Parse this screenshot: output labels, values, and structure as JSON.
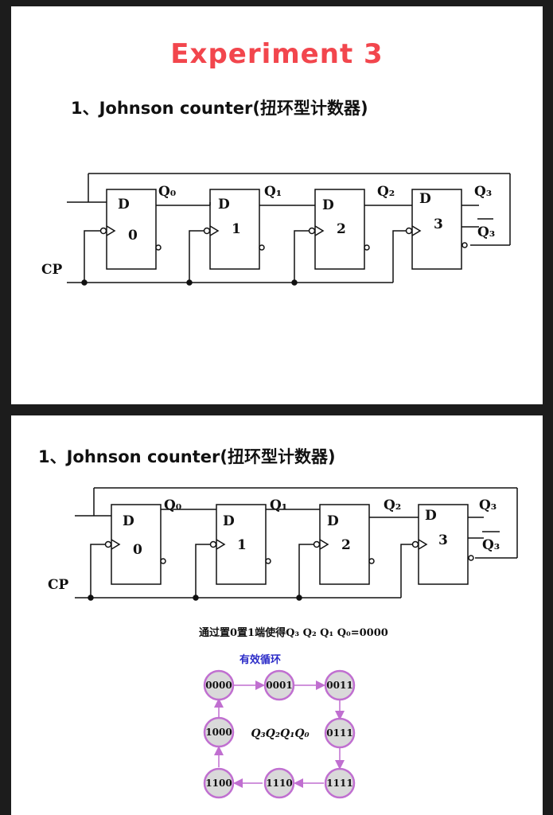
{
  "slide1": {
    "title": "Experiment 3",
    "heading": "1、Johnson counter(扭环型计数器)"
  },
  "slide2": {
    "heading": "1、Johnson counter(扭环型计数器)",
    "init_text": "通过置0置1端使得Q₃ Q₂ Q₁ Q₀=0000",
    "cycle_title": "有效循环",
    "center_label": "Q₃Q₂Q₁Q₀",
    "states": [
      "0000",
      "0001",
      "0011",
      "0111",
      "1111",
      "1110",
      "1100",
      "1000"
    ]
  },
  "circuit": {
    "cp_label": "CP",
    "d_label": "D",
    "ff_numbers": [
      "0",
      "1",
      "2",
      "3"
    ],
    "q_outputs": [
      "Q₀",
      "Q₁",
      "Q₂",
      "Q₃"
    ],
    "q3_bar": "Q₃"
  },
  "colors": {
    "title": "#f2464d",
    "state_fill": "#d9d9d9",
    "state_ring": "#c06fd0",
    "arrow": "#c06fd0",
    "cycle_title": "#2b2bc8"
  }
}
